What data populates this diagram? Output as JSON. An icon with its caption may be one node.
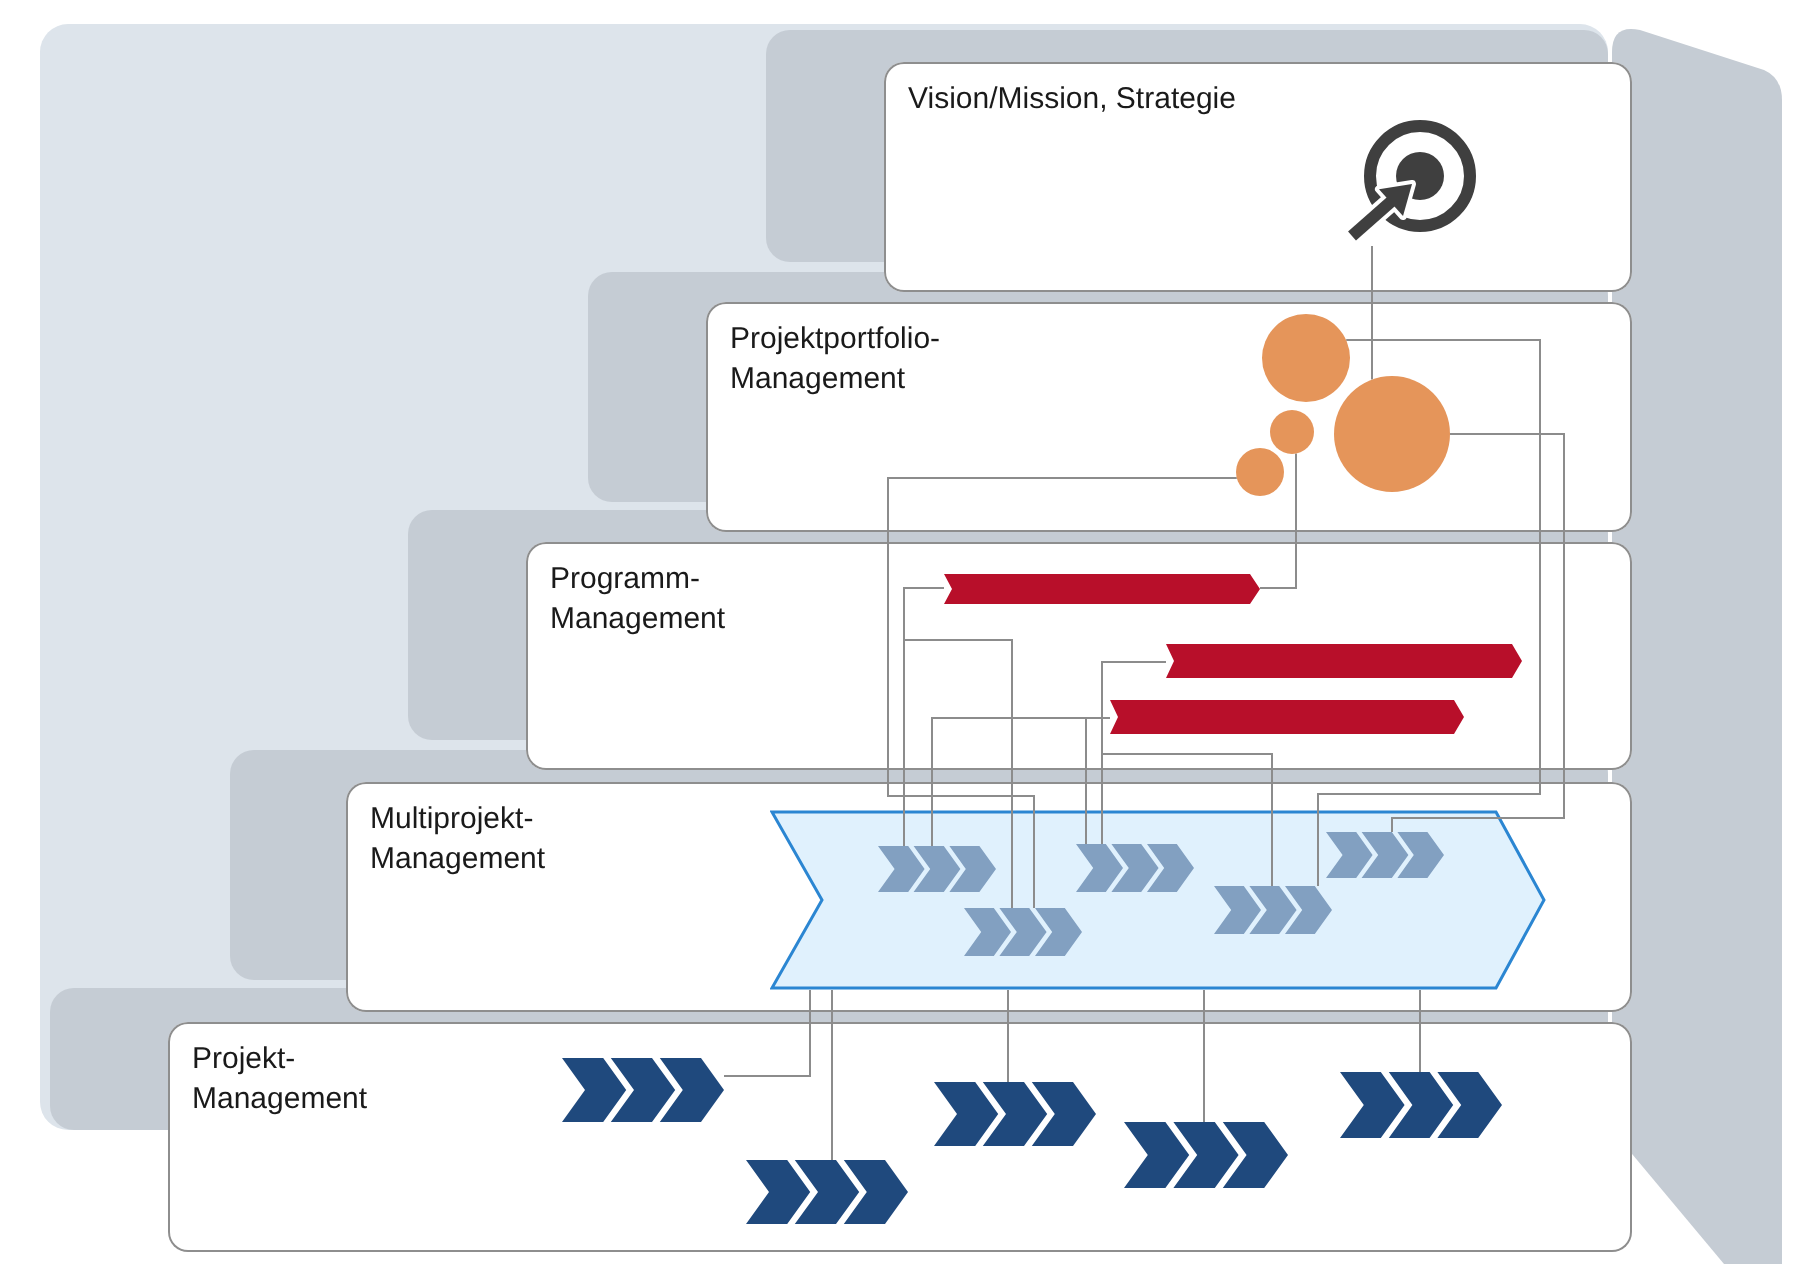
{
  "diagram": {
    "nodes": [
      {
        "text": [
          "Vision/Mission, Strategie"
        ]
      },
      {
        "text": [],
        "shape": "picture",
        "in": 0
      },
      {
        "text": [
          "Projektportfolio- Management"
        ]
      },
      {
        "text": [],
        "shape": "circle",
        "in": 2
      },
      {
        "text": [],
        "shape": "circle",
        "in": 2
      },
      {
        "text": [],
        "shape": "circle",
        "in": 2
      },
      {
        "text": [],
        "shape": "circle",
        "in": 2
      },
      {
        "text": [
          "Programm- Management"
        ]
      },
      {
        "text": [],
        "shape": "bar",
        "in": 7
      },
      {
        "text": [],
        "shape": "bar",
        "in": 7
      },
      {
        "text": [],
        "shape": "bar",
        "in": 7
      },
      {
        "text": [
          "Multiprojekt- Management"
        ]
      },
      {
        "text": [],
        "shape": "chevron",
        "in": 11
      },
      {
        "text": [],
        "shape": "chevron",
        "in": 12
      },
      {
        "text": [],
        "shape": "chevron",
        "in": 12
      },
      {
        "text": [],
        "shape": "chevron",
        "in": 12
      },
      {
        "text": [],
        "shape": "chevron",
        "in": 12
      },
      {
        "text": [],
        "shape": "chevron",
        "in": 12
      },
      {
        "text": [
          "Projekt- Management"
        ]
      },
      {
        "text": [],
        "shape": "chevron",
        "in": 18
      },
      {
        "text": [],
        "shape": "chevron",
        "in": 18
      },
      {
        "text": [],
        "shape": "chevron",
        "in": 18
      },
      {
        "text": [],
        "shape": "chevron",
        "in": 18
      },
      {
        "text": [],
        "shape": "chevron",
        "in": 18
      }
    ],
    "edges": [
      {
        "from": 1,
        "to": 6,
        "arrow": "none"
      },
      {
        "from": 5,
        "to": 14,
        "arrow": "none"
      },
      {
        "from": 4,
        "to": 8,
        "arrow": "none"
      },
      {
        "from": 3,
        "to": 16,
        "arrow": "none"
      },
      {
        "from": 6,
        "to": 17,
        "arrow": "none"
      },
      {
        "from": 8,
        "to": 13,
        "arrow": "none"
      },
      {
        "from": 8,
        "to": 14,
        "arrow": "none"
      },
      {
        "from": 9,
        "to": 15,
        "arrow": "none"
      },
      {
        "from": 9,
        "to": 16,
        "arrow": "none"
      },
      {
        "from": 10,
        "to": 13,
        "arrow": "none"
      },
      {
        "from": 10,
        "to": 15,
        "arrow": "none"
      },
      {
        "from": 12,
        "to": 19,
        "arrow": "none"
      },
      {
        "from": 12,
        "to": 20,
        "arrow": "none"
      },
      {
        "from": 12,
        "to": 21,
        "arrow": "none"
      },
      {
        "from": 12,
        "to": 22,
        "arrow": "none"
      },
      {
        "from": 12,
        "to": 23,
        "arrow": "none"
      }
    ]
  }
}
